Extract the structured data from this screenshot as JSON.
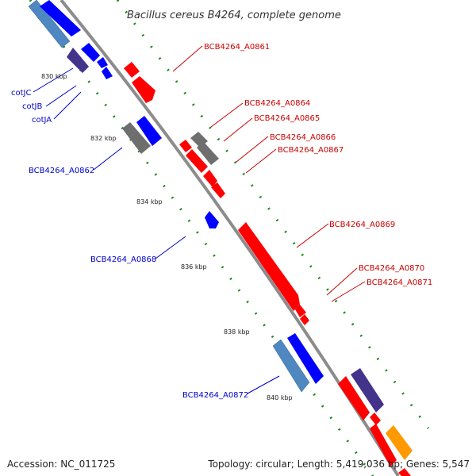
{
  "title": "Bacillus cereus B4264, complete genome",
  "footer": {
    "accession": "Accession: NC_011725",
    "summary": "Topology: circular; Length: 5,419,036 bp; Genes: 5,547"
  },
  "colors": {
    "backbone": "#8c8c8c",
    "tick": "#1a8a1a",
    "red_gene": "#ff0000",
    "blue_gene": "#0000ff",
    "steel_gene": "#4f87c0",
    "gray_gene": "#6e6e6e",
    "purple_gene": "#44338a",
    "orange_gene": "#ff9900",
    "red_label": "#cc0000",
    "blue_label": "#0000cc"
  },
  "kbp_labels": [
    "830 kbp",
    "832 kbp",
    "834 kbp",
    "836 kbp",
    "838 kbp",
    "840 kbp"
  ],
  "gene_labels": {
    "cotJC": "cotJC",
    "cotJB": "cotJB",
    "cotJA": "cotJA",
    "a0861": "BCB4264_A0861",
    "a0862": "BCB4264_A0862",
    "a0864": "BCB4264_A0864",
    "a0865": "BCB4264_A0865",
    "a0866": "BCB4264_A0866",
    "a0867": "BCB4264_A0867",
    "a0868": "BCB4264_A0868",
    "a0869": "BCB4264_A0869",
    "a0870": "BCB4264_A0870",
    "a0871": "BCB4264_A0871",
    "a0872": "BCB4264_A0872"
  }
}
